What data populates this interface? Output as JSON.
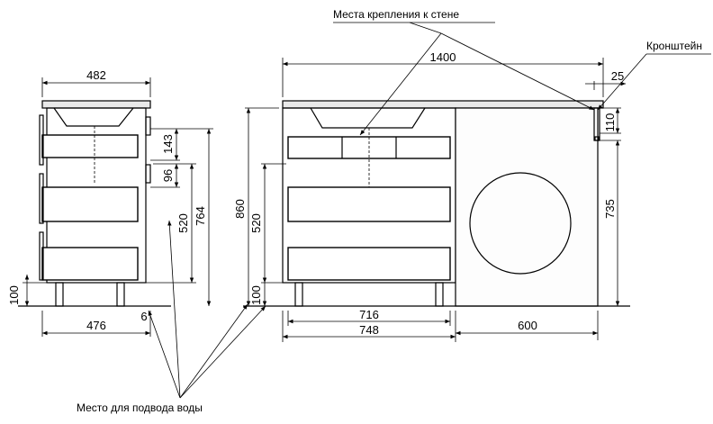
{
  "labels": {
    "wall_mount": "Места крепления к стене",
    "bracket": "Кронштейн",
    "water": "Место для подвода воды"
  },
  "dimensions": {
    "side_width": "482",
    "side_143": "143",
    "side_96": "96",
    "side_520": "520",
    "side_764": "764",
    "side_100": "100",
    "side_476": "476",
    "side_6": "6",
    "front_1400": "1400",
    "front_25": "25",
    "front_110": "110",
    "front_860": "860",
    "front_520": "520",
    "front_100": "100",
    "front_716": "716",
    "front_748": "748",
    "front_600": "600",
    "front_735": "735"
  }
}
